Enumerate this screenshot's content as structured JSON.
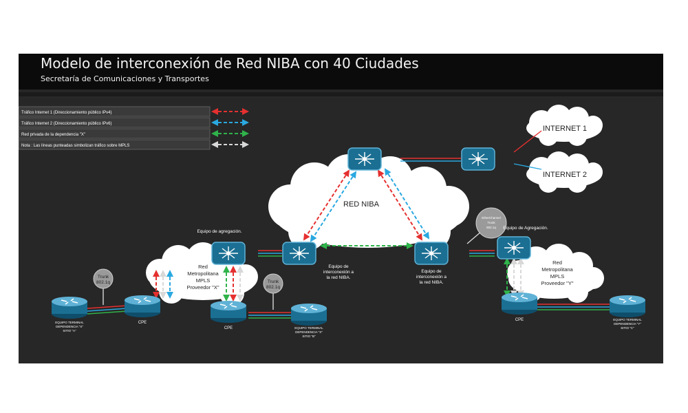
{
  "header": {
    "title": "Modelo de interconexión de Red NIBA con 40 Ciudades",
    "subtitle": "Secretaría de Comunicaciones y Transportes"
  },
  "colors": {
    "internet1": "#e53030",
    "internet2": "#2aa8e0",
    "private": "#2fb34a",
    "mpls": "#d8d8d8"
  },
  "legend": [
    {
      "text": "Tráfico Internet 1 (Direccionamiento público IPv4)",
      "color": "#e53030"
    },
    {
      "text": "Tráfico Internet 2 (Direccionamiento público IPv6)",
      "color": "#2aa8e0"
    },
    {
      "text": "Red privada de la dependencia \"X\"",
      "color": "#2fb34a"
    },
    {
      "text": "Nota : Las líneas punteadas simbolizan tráfico sobre MPLS",
      "color": "#d8d8d8"
    }
  ],
  "clouds": {
    "internet1": "INTERNET 1",
    "internet2": "INTERNET 2",
    "niba": "RED NIBA",
    "metro_x": [
      "Red",
      "Metropolitana",
      "MPLS",
      "Proveedor \"X\""
    ],
    "metro_y": [
      "Red",
      "Metropolitana",
      "MPLS",
      "Proveedor \"Y\""
    ]
  },
  "labels": {
    "agg_left": "Equipo de agregación.",
    "agg_right": "Equipo de Agregación.",
    "interconn_left": [
      "Equipo de",
      "interconexión a",
      "la red NIBA."
    ],
    "interconn_right": [
      "Equipo de",
      "interconexión a",
      "la red NIBA."
    ],
    "cpe": "CPE",
    "terminal_a": [
      "EQUIPO TERMINAL",
      "DEPENDENCIA \"X\"",
      "SITIO \"A\""
    ],
    "terminal_b": [
      "EQUIPO TERMINAL",
      "DEPENDENCIA \"X\"",
      "SITIO \"B\""
    ],
    "terminal_c": [
      "EQUIPO TERMINAL",
      "DEPENDENCIA \"Y\"",
      "SITIO \"C\""
    ],
    "trunk": [
      "Trunk",
      "802.1q"
    ],
    "ethertrunk": [
      "EtherChannel",
      "Trunk",
      "802.1q"
    ]
  }
}
